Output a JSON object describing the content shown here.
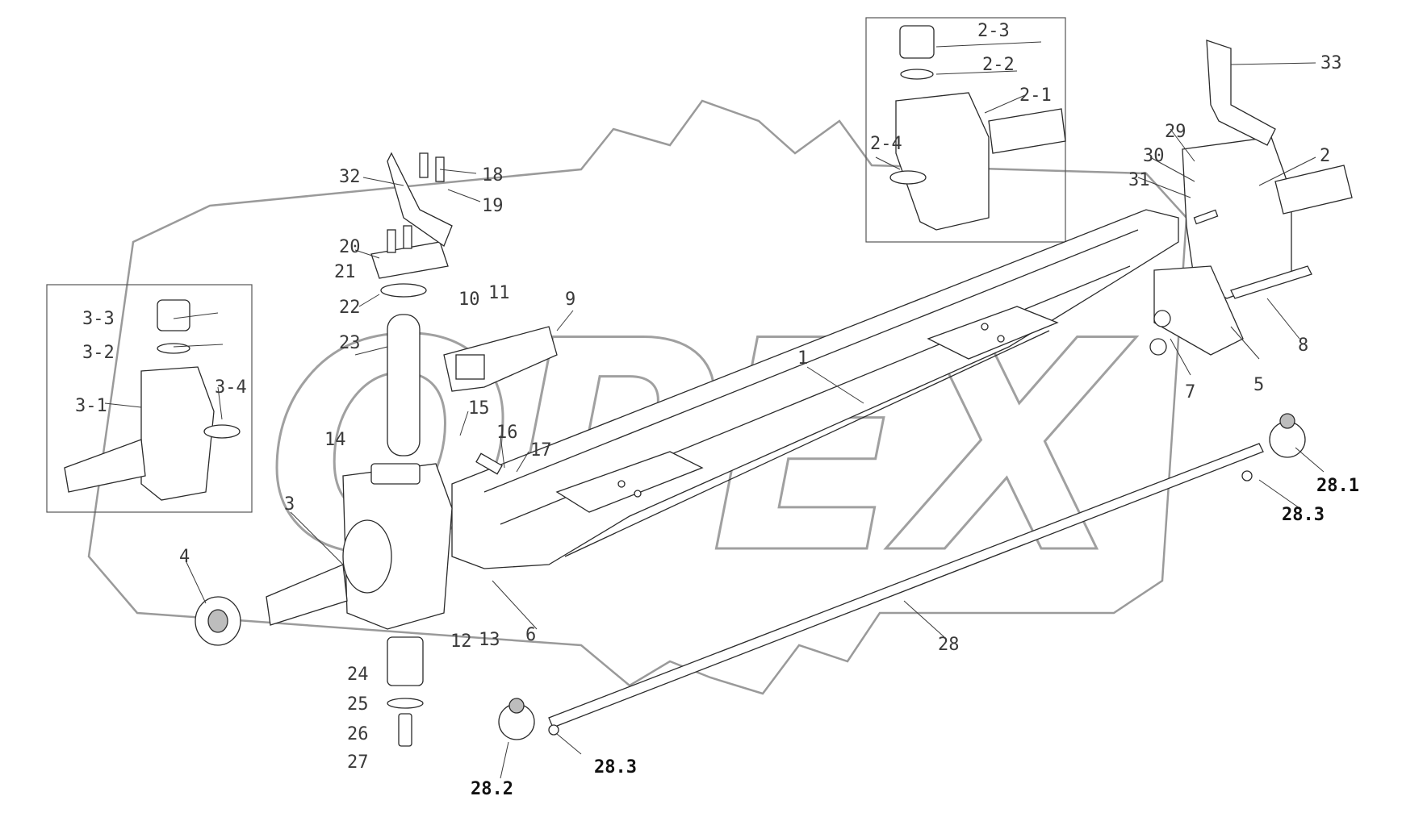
{
  "watermark": {
    "text": "OPEX",
    "color": "#a0a0a0"
  },
  "diagram": {
    "kind": "exploded-view",
    "subject": "front axle assembly"
  },
  "callouts": {
    "c1": "1",
    "c2": "2",
    "c2_1": "2-1",
    "c2_2": "2-2",
    "c2_3": "2-3",
    "c2_4": "2-4",
    "c3": "3",
    "c3_1": "3-1",
    "c3_2": "3-2",
    "c3_3": "3-3",
    "c3_4": "3-4",
    "c4": "4",
    "c5": "5",
    "c6": "6",
    "c7": "7",
    "c8": "8",
    "c9": "9",
    "c10": "10",
    "c11": "11",
    "c12": "12",
    "c13": "13",
    "c14": "14",
    "c15": "15",
    "c16": "16",
    "c17": "17",
    "c18": "18",
    "c19": "19",
    "c20": "20",
    "c21": "21",
    "c22": "22",
    "c23": "23",
    "c24": "24",
    "c25": "25",
    "c26": "26",
    "c27": "27",
    "c28": "28",
    "c28_1": "28.1",
    "c28_2": "28.2",
    "c28_3a": "28.3",
    "c28_3b": "28.3",
    "c29": "29",
    "c30": "30",
    "c31": "31",
    "c32": "32",
    "c33": "33"
  }
}
